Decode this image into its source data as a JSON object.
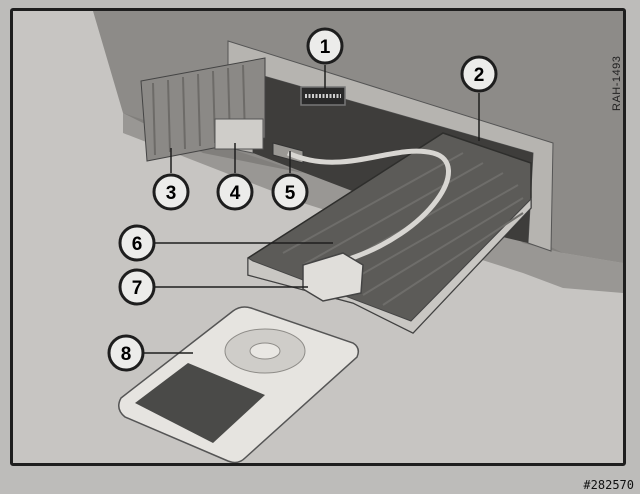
{
  "diagram": {
    "callouts": [
      {
        "number": "1",
        "target": "connector-port"
      },
      {
        "number": "2",
        "target": "storage-tray"
      },
      {
        "number": "3",
        "target": "open-cover-flap"
      },
      {
        "number": "4",
        "target": "latch-clip"
      },
      {
        "number": "5",
        "target": "cable-guide"
      },
      {
        "number": "6",
        "target": "adapter-cable"
      },
      {
        "number": "7",
        "target": "dock-connector-plug"
      },
      {
        "number": "8",
        "target": "media-player"
      }
    ],
    "figure_code": "RAH-1493",
    "watermark": "#282570"
  },
  "colors": {
    "frame": "#1e1e1e",
    "callout_fill": "#ececea",
    "callout_stroke": "#1e1e1e",
    "panel": "#a9a7a3",
    "tray": "#5c5b58",
    "device": "#e6e4e0"
  }
}
